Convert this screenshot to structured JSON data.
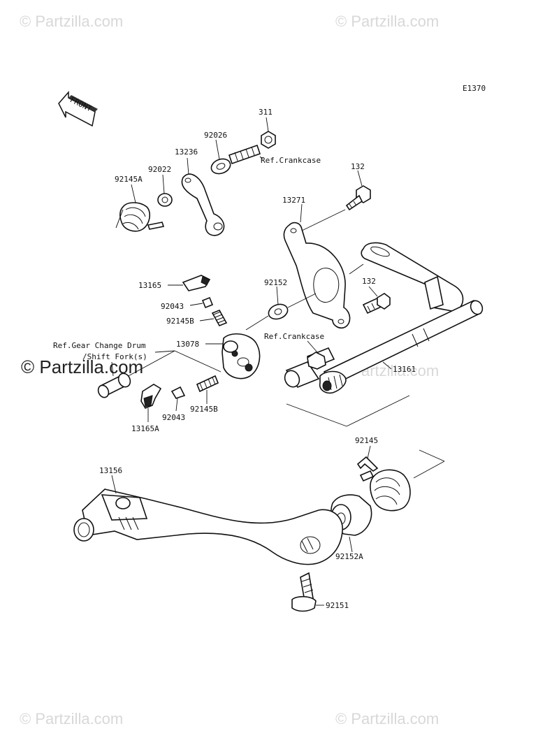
{
  "diagram_code": "E1370",
  "front_label": "FRONT",
  "watermarks": {
    "text": "© Partzilla.com",
    "main": "© Partzilla.com"
  },
  "parts": {
    "p311": "311",
    "p92026": "92026",
    "p13236": "13236",
    "p92022": "92022",
    "p92145A": "92145A",
    "p132_top": "132",
    "p13271": "13271",
    "p92152": "92152",
    "p132_mid": "132",
    "p13165": "13165",
    "p92043_top": "92043",
    "p92145B_top": "92145B",
    "p13078": "13078",
    "p13161": "13161",
    "p13165A": "13165A",
    "p92043_bottom": "92043",
    "p92145B_bottom": "92145B",
    "p92145": "92145",
    "p13156": "13156",
    "p92152A": "92152A",
    "p92151": "92151"
  },
  "references": {
    "crankcase_top": "Ref.Crankcase",
    "crankcase_mid": "Ref.Crankcase",
    "gear_drum_line1": "Ref.Gear Change Drum",
    "gear_drum_line2": "/Shift Fork(s)"
  }
}
